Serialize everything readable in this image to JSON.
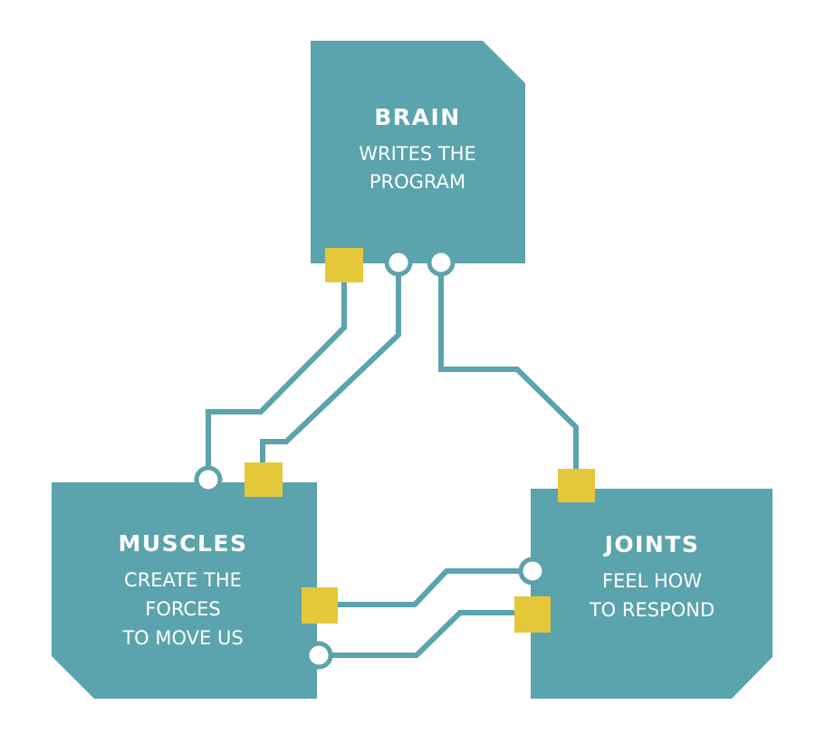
{
  "colors": {
    "block": "#5ba3ad",
    "wire": "#5ba3ad",
    "connector_square": "#e5c73a",
    "connector_circle": "#ffffff",
    "background": "#ffffff"
  },
  "blocks": {
    "brain": {
      "title": "BRAIN",
      "lines": [
        "WRITES THE",
        "PROGRAM"
      ]
    },
    "muscles": {
      "title": "MUSCLES",
      "lines": [
        "CREATE THE",
        "FORCES",
        "TO MOVE US"
      ]
    },
    "joints": {
      "title": "JOINTS",
      "lines": [
        "FEEL  HOW",
        "TO RESPOND"
      ]
    }
  }
}
